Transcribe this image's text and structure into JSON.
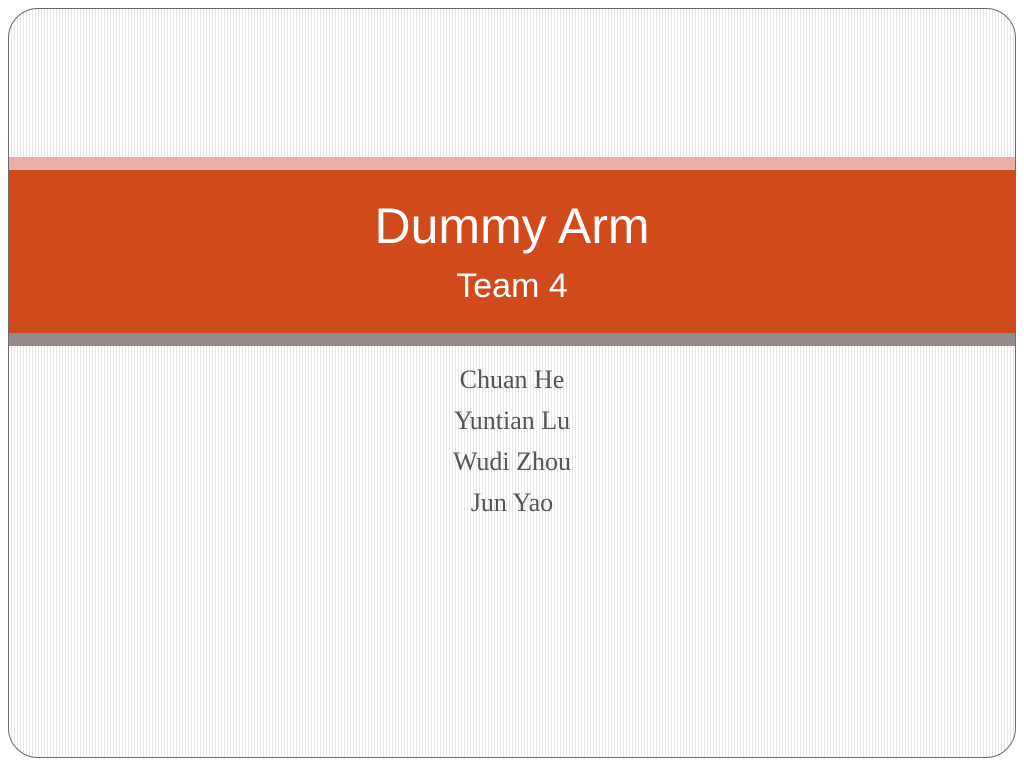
{
  "slide": {
    "title": "Dummy Arm",
    "subtitle": "Team 4",
    "authors": [
      "Chuan He",
      "Yuntian Lu",
      "Wudi Zhou",
      "Jun Yao"
    ]
  },
  "colors": {
    "title_band": "#d14a1b",
    "accent_top": "#e8b1a6",
    "accent_bottom": "#948a8a",
    "title_text": "#ffffff",
    "body_text": "#555555"
  }
}
